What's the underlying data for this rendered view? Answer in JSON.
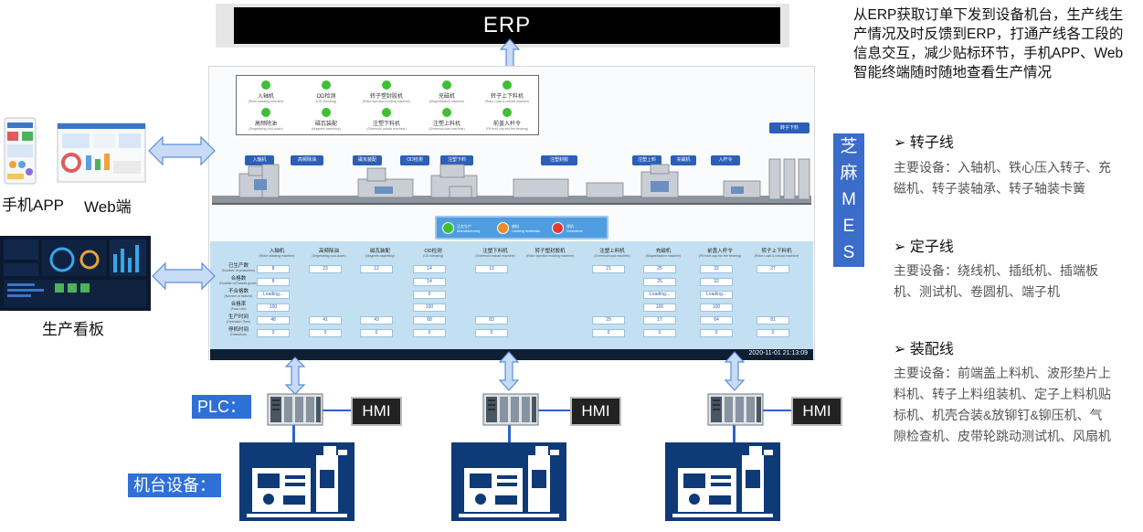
{
  "erp": {
    "label": "ERP"
  },
  "intro_text": "从ERP获取订单下发到设备机台，生产线生产情况及时反馈到ERP，打通产线各工段的信息交互，减少贴标环节，手机APP、Web智能终端随时随地查看生产情况",
  "mes_label": [
    "芝",
    "麻",
    "M",
    "E",
    "S"
  ],
  "left_devices": {
    "phone_label": "手机APP",
    "web_label": "Web端",
    "board_label": "生产看板"
  },
  "plc_label": "PLC：",
  "machine_label": "机台设备：",
  "hmi_label": "HMI",
  "sections": [
    {
      "title": "➢  转子线",
      "body": "主要设备：入轴机、铁心压入转子、充磁机、转子装轴承、转子轴装卡簧"
    },
    {
      "title": "➢  定子线",
      "body": "主要设备：绕线机、插纸机、插端板机、测试机、卷圆机、端子机"
    },
    {
      "title": "➢  装配线",
      "body": "主要设备：前端盖上料机、波形垫片上料机、转子上料组装机、定子上料机贴标机、机壳合装&放铆钉&铆压机、气隙检查机、皮带轮跳动测试机、风扇机"
    }
  ],
  "legend_stations": [
    {
      "cn": "入轴机",
      "en": "(Rotor stacking machine)"
    },
    {
      "cn": "OD检测",
      "en": "(OD checking)"
    },
    {
      "cn": "转子塑封胶机",
      "en": "(Rotor injection molding machine)"
    },
    {
      "cn": "充磁机",
      "en": "(Magnetization machine)"
    },
    {
      "cn": "转子上下料机",
      "en": "(Rotor Load & unload machine)"
    },
    {
      "cn": "高频除油",
      "en": "(Degreasing cool-down)"
    },
    {
      "cn": "磁瓦装配",
      "en": "(Magnets assembly)"
    },
    {
      "cn": "注塑下料机",
      "en": "(Overmold unload machine)"
    },
    {
      "cn": "注塑上料机",
      "en": "(Overmold load machine)"
    },
    {
      "cn": "前盖入杆令",
      "en": "(Fit front cap into the bearing)"
    }
  ],
  "rotor_down_button": "转子下料",
  "station_buttons": [
    "入轴机",
    "高频除油",
    "磁瓦装配",
    "OD检测",
    "注塑下料",
    "注塑封胶",
    "注塑上料",
    "充磁机",
    "入杆令"
  ],
  "status_legend": [
    {
      "cn": "正在生产",
      "en": "Manufacturing",
      "color": "#3fbf35"
    },
    {
      "cn": "缺料",
      "en": "Lacking materials",
      "color": "#f08a2a"
    },
    {
      "cn": "停机",
      "en": "Downtime",
      "color": "#e23b35"
    }
  ],
  "table": {
    "columns": [
      {
        "cn": "入轴机",
        "en": "(Rotor stacking machine)"
      },
      {
        "cn": "高频除油",
        "en": "(Degreasing cool-down)"
      },
      {
        "cn": "磁瓦装配",
        "en": "(Magnets assembly)"
      },
      {
        "cn": "OD检测",
        "en": "(OD checking)"
      },
      {
        "cn": "注塑下料机",
        "en": "(Overmold unload machine)"
      },
      {
        "cn": "转子塑封胶机",
        "en": "(Rotor injection molding machine)"
      },
      {
        "cn": "注塑上料机",
        "en": "(Overmold load machine)"
      },
      {
        "cn": "充磁机",
        "en": "(Magnetization machine)"
      },
      {
        "cn": "前盖入杆令",
        "en": "(Fit front cap into the bearing)"
      },
      {
        "cn": "转子上下料机",
        "en": "(Rotor Load & unload machine)"
      }
    ],
    "rows": [
      {
        "cn": "已生产数",
        "en": "(Number of production)",
        "values": [
          "8",
          "23",
          "12",
          "14",
          "13",
          "",
          "21",
          "25",
          "32",
          "27"
        ]
      },
      {
        "cn": "合格数",
        "en": "(Number of Passed goods)",
        "values": [
          "8",
          "",
          "",
          "14",
          "",
          "",
          "",
          "25",
          "32",
          ""
        ]
      },
      {
        "cn": "不合格数",
        "en": "(Number of failures)",
        "values": [
          "Loading...",
          "",
          "",
          "0",
          "",
          "",
          "",
          "Loading...",
          "Loading...",
          ""
        ]
      },
      {
        "cn": "合格率",
        "en": "(Pass rate)",
        "values": [
          "100",
          "",
          "",
          "100",
          "",
          "",
          "",
          "100",
          "100",
          ""
        ]
      },
      {
        "cn": "生产时间",
        "en": "(Operation Time)",
        "values": [
          "48",
          "41",
          "43",
          "68",
          "83",
          "",
          "29",
          "17",
          "64",
          "81"
        ]
      },
      {
        "cn": "停机时间",
        "en": "(Downtime)",
        "values": [
          "0",
          "0",
          "0",
          "0",
          "0",
          "",
          "0",
          "0",
          "0",
          "0"
        ]
      }
    ],
    "timestamp": "2020-11-01 21:13:09"
  }
}
